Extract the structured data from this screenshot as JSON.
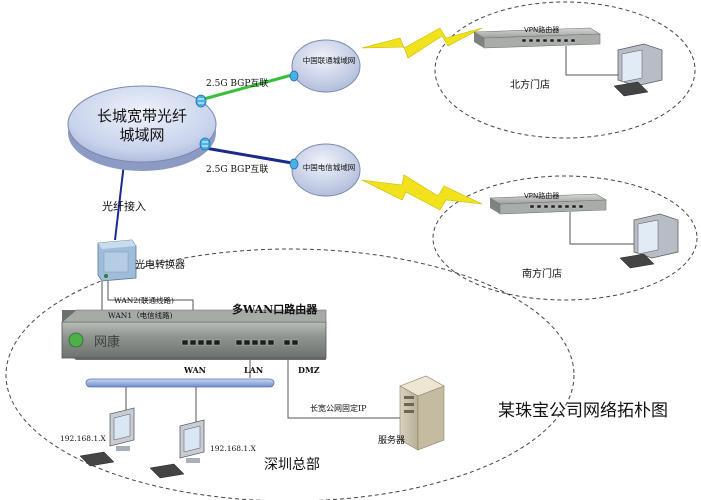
{
  "diagram": {
    "title": "某珠宝公司网络拓朴图",
    "metro_network": {
      "line1": "长城宽带光纤",
      "line2": "城域网"
    },
    "unicom_cloud": "中国联通城域网",
    "telecom_cloud": "中国电信城域网",
    "bgp_upper": "2.5G BGP互联",
    "bgp_lower": "2.5G BGP互联",
    "fiber_access": "光纤接入",
    "converter": "光电转换器",
    "main_router": "多WAN口路由器",
    "router_brand": "网康",
    "wan2_link": "WAN2(联通线路)",
    "wan1_link": "WAN1（电信线路)",
    "port_wan": "WAN",
    "port_lan": "LAN",
    "port_dmz": "DMZ",
    "fixed_ip": "长宽公网固定IP",
    "server": "服务器",
    "ip_left": "192.168.1.X",
    "ip_right": "192.168.1.X",
    "hq": "深圳总部",
    "north_vpn": "VPN路由器",
    "north_store": "北方门店",
    "south_vpn": "VPN路由器",
    "south_store": "南方门店"
  },
  "colors": {
    "green_link": "#3bbf3b",
    "blue_link": "#1a2a8c",
    "lightning": "#f2e21c",
    "cloud_fill": "#c9d3ec",
    "router_body": "#8f9590"
  }
}
